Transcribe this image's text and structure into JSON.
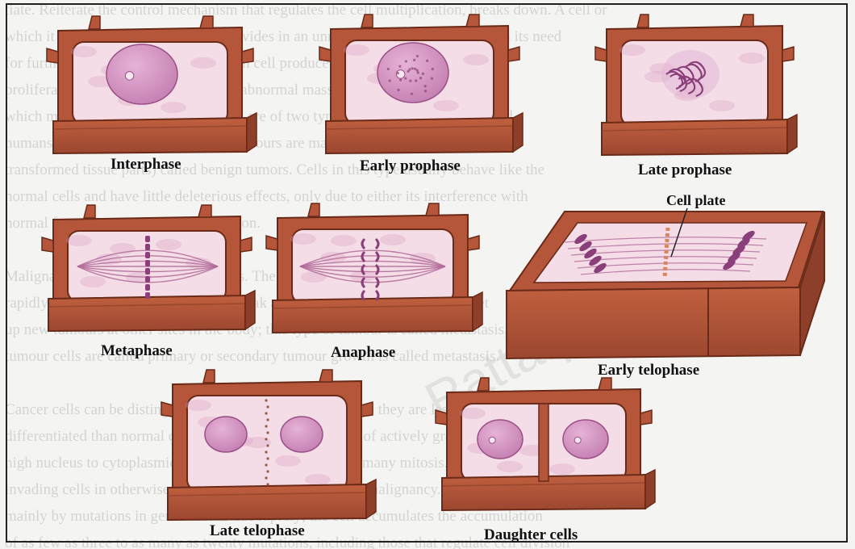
{
  "labels": {
    "interphase": "Interphase",
    "early_prophase": "Early prophase",
    "late_prophase": "Late prophase",
    "metaphase": "Metaphase",
    "anaphase": "Anaphase",
    "early_telophase": "Early telophase",
    "late_telophase": "Late telophase",
    "daughter_cells": "Daughter cells",
    "cell_plate": "Cell plate"
  },
  "watermark": "Ratta.pk",
  "background_text": [
    "tiate. Reiterate the control mechanism that regulates the cell multiplication, breaks down. A cell or",
    "which it belongs ceases to grow and divides in an unrestrained fashion, rather than its need",
    "for further cells of that type. When such cell produce new cells, they continue to",
    "proliferate in uncontrolled fashion, an abnormal mass of cells results as tumours,",
    "which may grow indefinitely. Tumours are of two types; the expected in plants and",
    "humans, and are of two basic types. Tumours are made of small amount (not",
    "transformed tissue parts) called benign tumors. Cells in this type usually behave like the",
    "normal cells and have little deleterious effects, only due to either its interference with",
    "normal functioning or hormone secretion.",
    "",
    "Malignant tumour is composed of cells. The tumor cells divide more",
    "rapidly than normal cells; these cells break away from the tumour mass and set",
    "up new tumours at other sites in the body; this type of tumour is called metastasis, and of",
    "tumour cells are called primary or secondary tumour growth is called metastasis.",
    "",
    "Cancer cells can be distinguished from normal cells because they are less",
    "differentiated than normal cells. They have characteristics of actively growing cells, i.e. is",
    "high nucleus to cytoplasmic ratio, prominent nucleoli and many mitosis. The presence of",
    "invading cells in otherwise normal tissue is an indicator of malignancy. Cancer is caused",
    "mainly by mutations in genes that divide rapidly; the cell accumulates the accumulation",
    "of as few as three to as many as twenty mutations, including those that regulate cell division"
  ],
  "colors": {
    "wall": "#b5563a",
    "wall_dark": "#8e3f29",
    "wall_edge": "#6a2a18",
    "cytoplasm": "#f4dde6",
    "cytoplasm_spot": "#d9a3c2",
    "nucleus": "#cf8fbf",
    "nucleus_edge": "#9a4f86",
    "chromosome": "#8a3f7a"
  }
}
